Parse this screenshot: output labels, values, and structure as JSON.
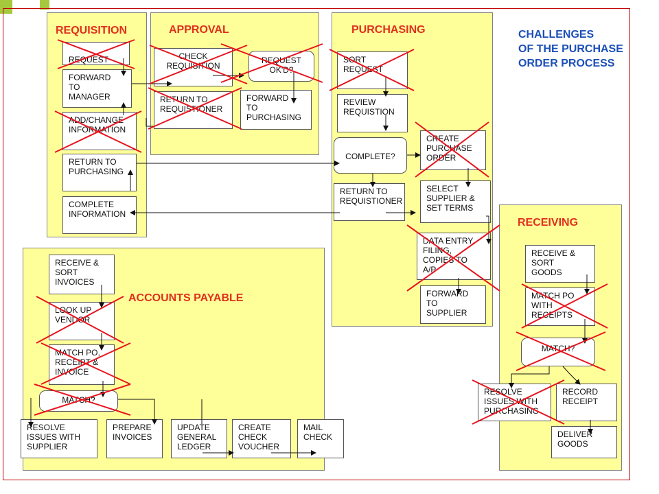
{
  "colors": {
    "lane_fill": "#ffff99",
    "lane_title": "#e0301e",
    "challenge_text": "#1b4fb8",
    "cross": "#e8141e",
    "accent_green": "#a6c83c"
  },
  "challenges_title": "CHALLENGES\nOF THE PURCHASE\nORDER PROCESS",
  "lanes": {
    "requisition": "REQUISITION",
    "approval": "APPROVAL",
    "purchasing": "PURCHASING",
    "receiving": "RECEIVING",
    "accounts_payable": "ACCOUNTS PAYABLE"
  },
  "steps": {
    "request": "REQUEST",
    "forward_to_manager": "FORWARD\nTO\nMANAGER",
    "add_change_information": "ADD/CHANGE\nINFORMATION",
    "return_to_purchasing": "RETURN TO\nPURCHASING",
    "complete_information": "COMPLETE\nINFORMATION",
    "check_requisition": "CHECK\nREQUISITION",
    "request_okd": "REQUEST\nOK'D?",
    "return_to_requisitioner_approval": "RETURN TO\nREQUISTIONER",
    "forward_to_purchasing": "FORWARD\nTO\nPURCHASING",
    "sort_request": "SORT\nREQUEST",
    "review_requistion": "REVIEW\nREQUISTION",
    "complete_q": "COMPLETE?",
    "return_to_requistioner_purchasing": "RETURN TO\nREQUISTIONER",
    "create_purchase_order": "CREATE\nPURCHASE\nORDER",
    "select_supplier": "SELECT\nSUPPLIER &\nSET TERMS",
    "data_entry": "DATA ENTRY,\nFILING,\nCOPIES TO\nA/P",
    "forward_to_supplier": "FORWARD\nTO\nSUPPLIER",
    "receive_sort_goods": "RECEIVE &\nSORT\nGOODS",
    "match_po_receipts": "MATCH PO\nWITH\nRECEIPTS",
    "match_receiving": "MATCH?",
    "resolve_issues_purchasing": "RESOLVE\nISSUES WITH\nPURCHASING",
    "record_receipt": "RECORD\nRECEIPT",
    "deliver_goods": "DELIVER\nGOODS",
    "receive_sort_invoices": "RECEIVE &\nSORT\nINVOICES",
    "look_up_vendor": "LOOK UP\nVENDOR",
    "match_po_receipt_invoice": "MATCH PO,\nRECEIPT &\nINVOICE",
    "match_ap": "MATCH?",
    "resolve_issues_supplier": "RESOLVE\nISSUES WITH\nSUPPLIER",
    "prepare_invoices": "PREPARE\nINVOICES",
    "update_general_ledger": "UPDATE\nGENERAL\nLEDGER",
    "create_check_voucher": "CREATE\nCHECK\nVOUCHER",
    "mail_check": "MAIL\nCHECK"
  }
}
